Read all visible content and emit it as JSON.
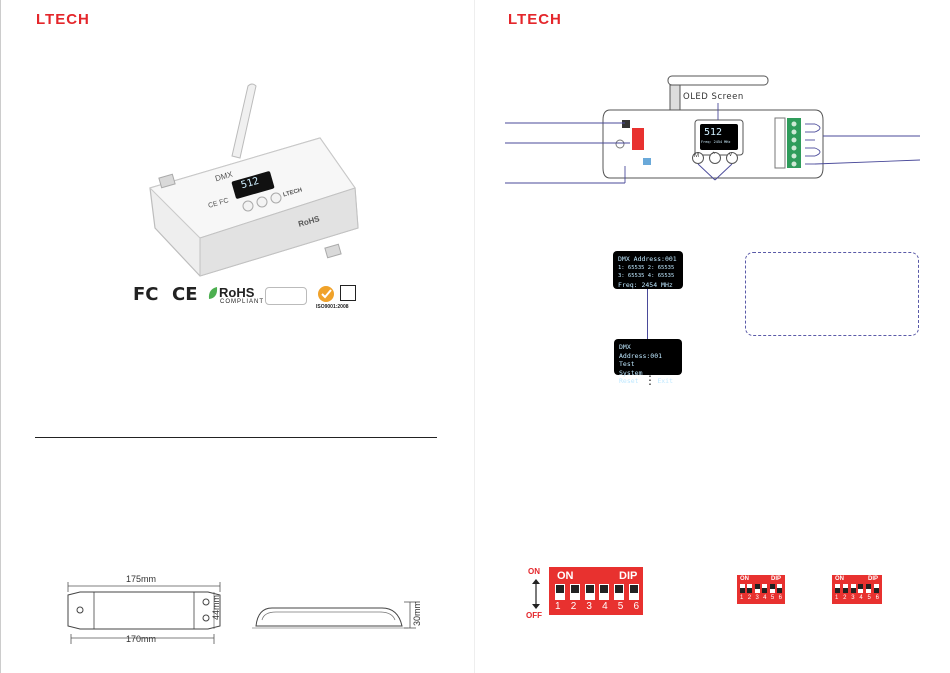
{
  "brand": {
    "logo_left": "LTECH",
    "logo_right": "LTECH"
  },
  "product_left": {
    "oled_value": "512",
    "label_dmx": "DMX",
    "label_brand": "LTECH",
    "label_rohs": "RoHS",
    "label_ce": "CE",
    "label_fc": "FC"
  },
  "certifications": {
    "fc": "FC",
    "ce": "CE",
    "rohs": "RoHS",
    "compliant": "COMPLIANT",
    "iso": "ISO9001:2008"
  },
  "dimensions": {
    "length_top": "175mm",
    "length_bottom": "170mm",
    "width": "44mm",
    "height": "30mm"
  },
  "wiring": {
    "oled_label": "OLED Screen",
    "screen_value": "512",
    "screen_freq": "Freq: 2454 MHz",
    "btn_m": "M",
    "btn_up": "^",
    "btn_down": "v"
  },
  "menu_screen_1": {
    "line1": "DMX Address:001",
    "line2": "1:  65535   2:  65535",
    "line3": "3:  65535   4:  65535",
    "line4": "Freq:  2454 MHz"
  },
  "menu_screen_2": {
    "line1": "DMX Address:001",
    "line2": "Test",
    "line3": "System",
    "line4_left": "Reset",
    "line4_right": "Exit",
    "more": "⋮"
  },
  "dip_switch": {
    "on_label": "ON",
    "off_label": "OFF",
    "switch_on": "ON",
    "switch_dip": "DIP",
    "numbers": [
      "1",
      "2",
      "3",
      "4",
      "5",
      "6"
    ]
  },
  "colors": {
    "brand_red": "#e4262b",
    "dip_red": "#e8312f",
    "line_blue": "#4a4a9a"
  }
}
